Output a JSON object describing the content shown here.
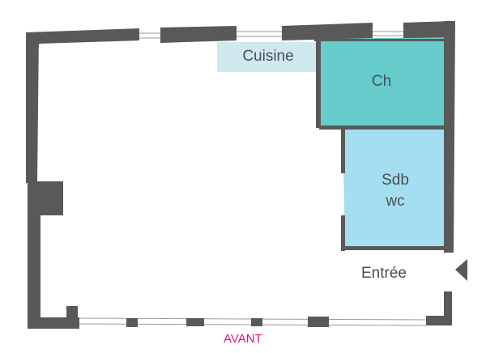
{
  "plan": {
    "rooms": {
      "kitchen": {
        "label": "Cuisine",
        "color": "#cfe9ee"
      },
      "bedroom": {
        "label": "Ch",
        "color": "#66cccc"
      },
      "bathroom": {
        "label_line1": "Sdb",
        "label_line2": "wc",
        "color": "#a5def0"
      },
      "entrance": {
        "label": "Entrée"
      }
    },
    "front_label": "AVANT",
    "wall_color": "#595959",
    "front_label_color": "#e0157a",
    "entrance_icon": "arrow-left-icon"
  }
}
